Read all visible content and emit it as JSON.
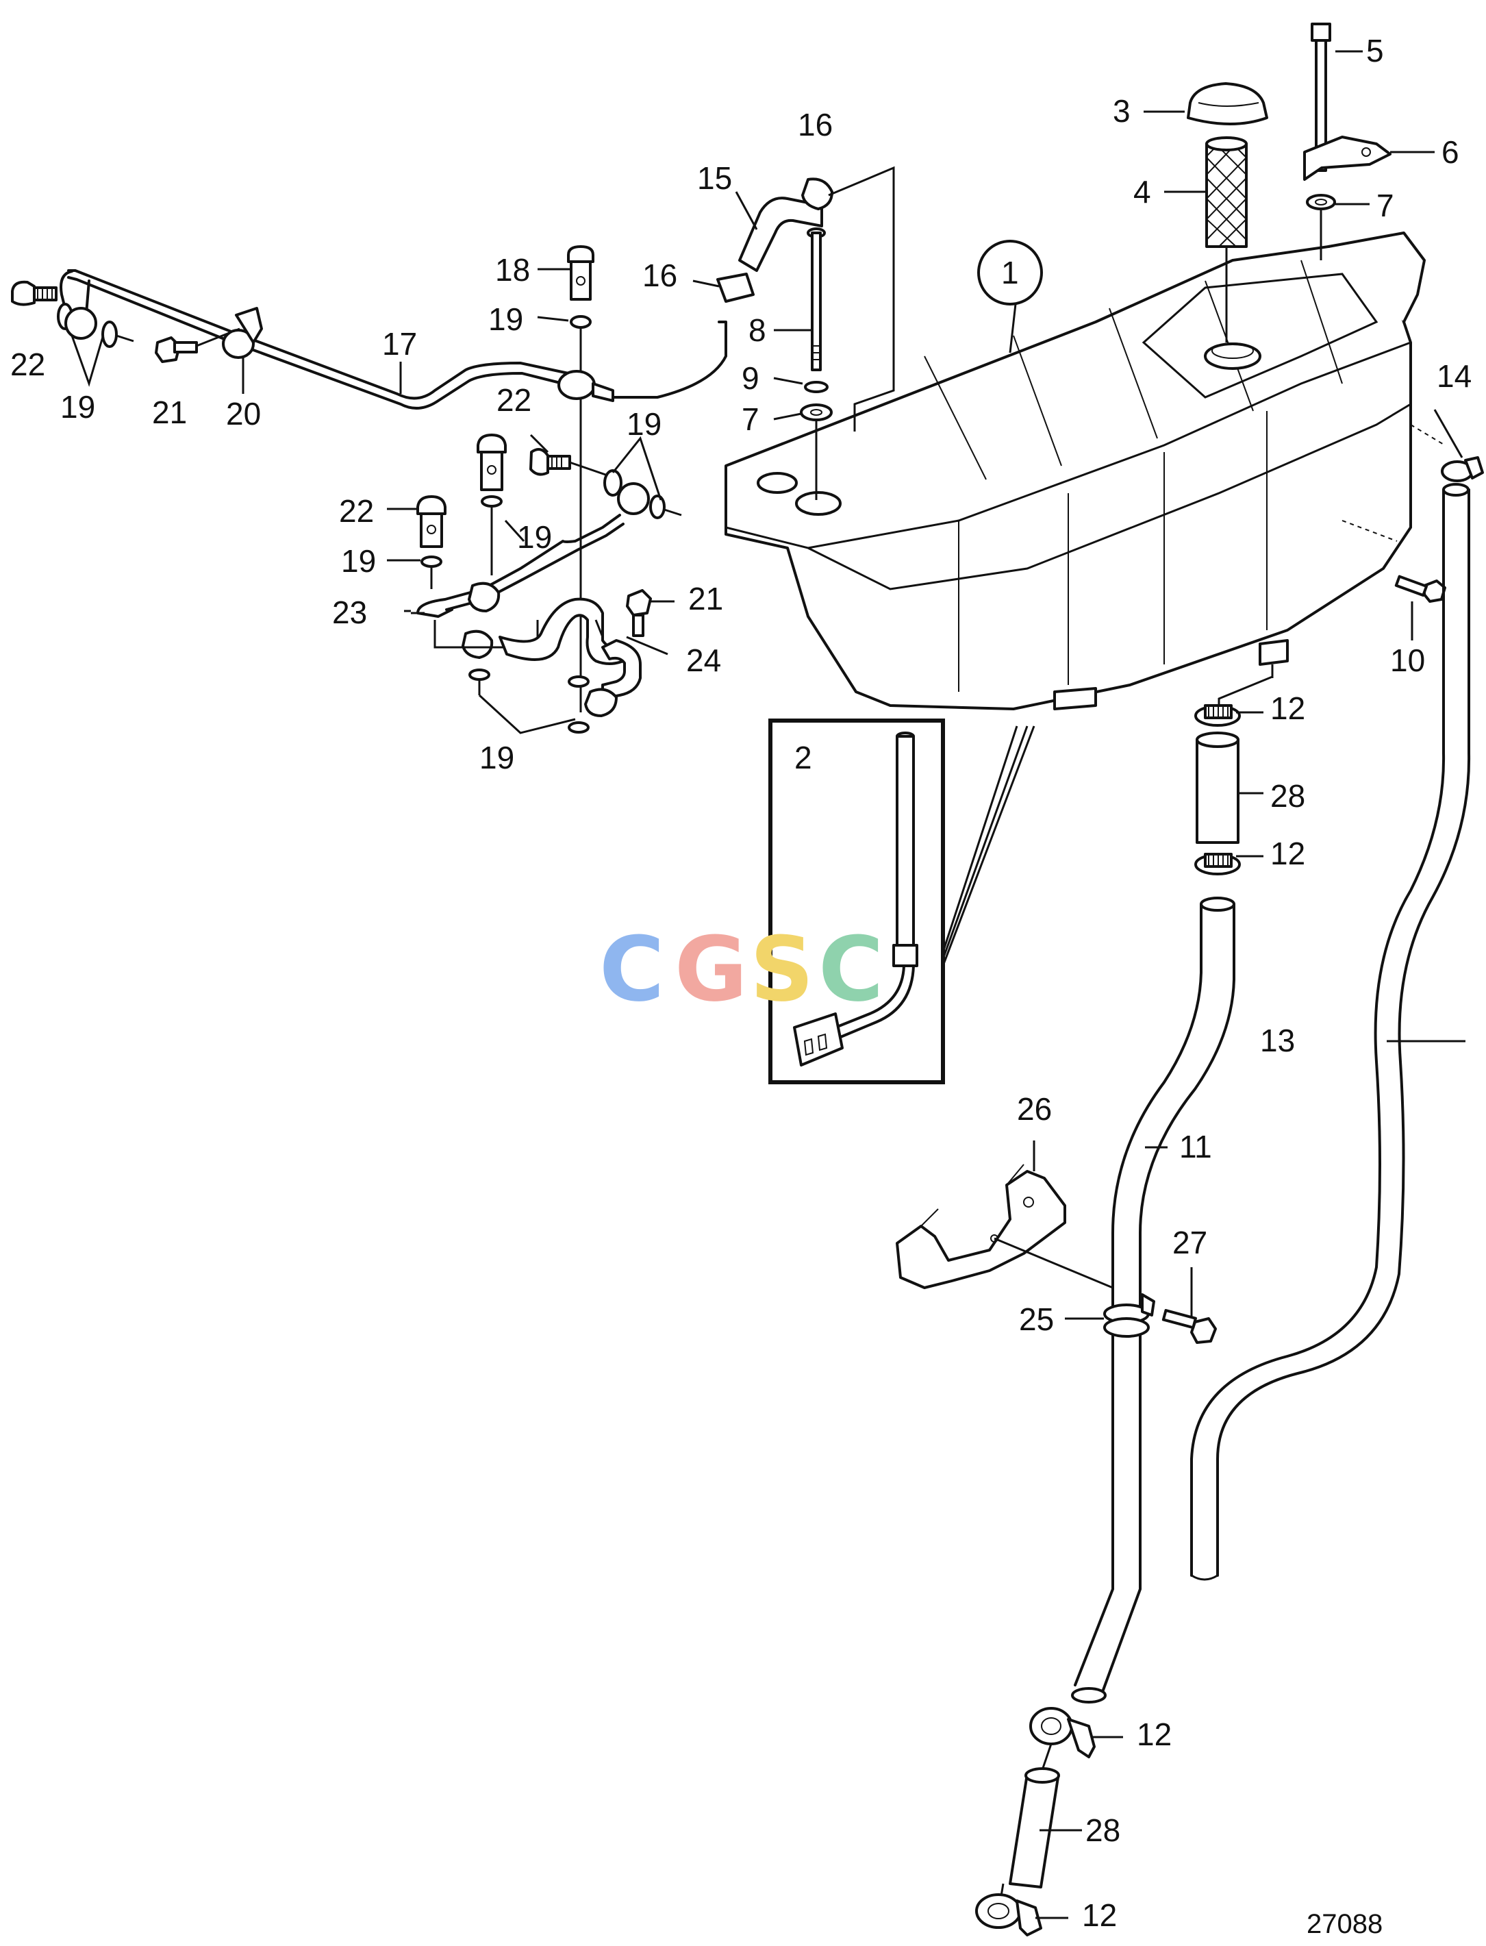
{
  "drawing_number": "27088",
  "watermark": {
    "letters": [
      "C",
      "G",
      "S",
      "C"
    ],
    "colors": [
      "#8fb6ef",
      "#f2a8a0",
      "#f2d56a",
      "#8fd2ad"
    ]
  },
  "callouts": {
    "c1": "1",
    "c2": "2",
    "c3": "3",
    "c4": "4",
    "c5": "5",
    "c6": "6",
    "c7": "7",
    "c8": "8",
    "c9": "9",
    "c10": "10",
    "c11": "11",
    "c12": "12",
    "c13": "13",
    "c14": "14",
    "c15": "15",
    "c16": "16",
    "c17": "17",
    "c18": "18",
    "c19": "19",
    "c20": "20",
    "c21": "21",
    "c22": "22",
    "c23": "23",
    "c24": "24",
    "c25": "25",
    "c26": "26",
    "c27": "27",
    "c28": "28"
  }
}
